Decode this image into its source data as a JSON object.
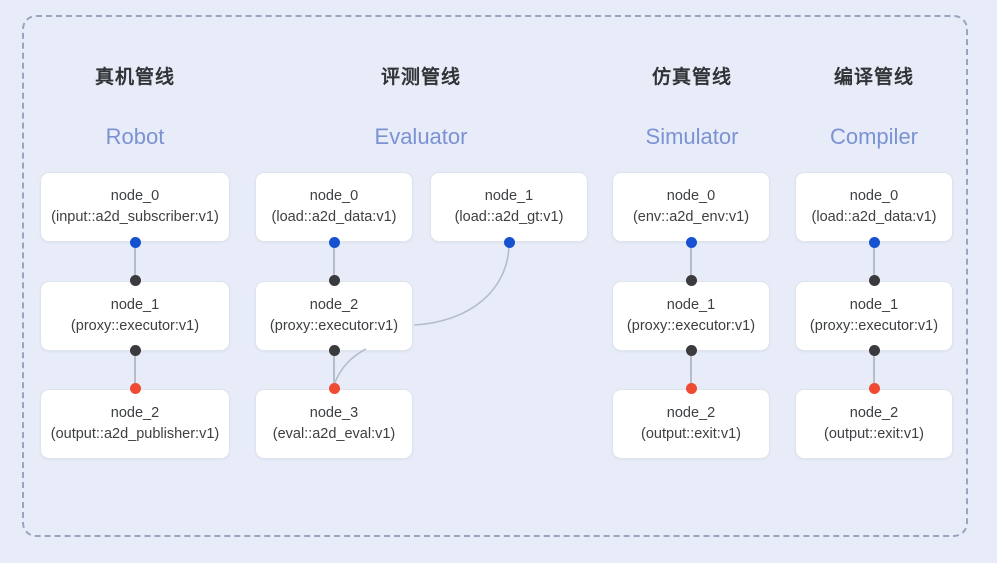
{
  "frame": {
    "border_color": "#9aa4bd",
    "background_color": "#e7ecf8"
  },
  "palette": {
    "input_port": "#1652d0",
    "middle_port": "#3b3b3d",
    "output_port": "#ef4a33",
    "edge": "#b6bcc9",
    "heading_cn": "#2f3437",
    "heading_en": "#7b92d4",
    "node_bg": "#ffffff",
    "node_border": "#dfe3ec"
  },
  "columns": [
    {
      "title_cn": "真机管线",
      "title_en": "Robot",
      "nodes": [
        {
          "name": "node_0",
          "type": "(input::a2d_subscriber:v1)"
        },
        {
          "name": "node_1",
          "type": "(proxy::executor:v1)"
        },
        {
          "name": "node_2",
          "type": "(output::a2d_publisher:v1)"
        }
      ]
    },
    {
      "title_cn": "评测管线",
      "title_en": "Evaluator",
      "nodes": [
        {
          "name": "node_0",
          "type": "(load::a2d_data:v1)"
        },
        {
          "name": "node_1",
          "type": "(load::a2d_gt:v1)"
        },
        {
          "name": "node_2",
          "type": "(proxy::executor:v1)"
        },
        {
          "name": "node_3",
          "type": "(eval::a2d_eval:v1)"
        }
      ]
    },
    {
      "title_cn": "仿真管线",
      "title_en": "Simulator",
      "nodes": [
        {
          "name": "node_0",
          "type": "(env::a2d_env:v1)"
        },
        {
          "name": "node_1",
          "type": "(proxy::executor:v1)"
        },
        {
          "name": "node_2",
          "type": "(output::exit:v1)"
        }
      ]
    },
    {
      "title_cn": "编译管线",
      "title_en": "Compiler",
      "nodes": [
        {
          "name": "node_0",
          "type": "(load::a2d_data:v1)"
        },
        {
          "name": "node_1",
          "type": "(proxy::executor:v1)"
        },
        {
          "name": "node_2",
          "type": "(output::exit:v1)"
        }
      ]
    }
  ]
}
